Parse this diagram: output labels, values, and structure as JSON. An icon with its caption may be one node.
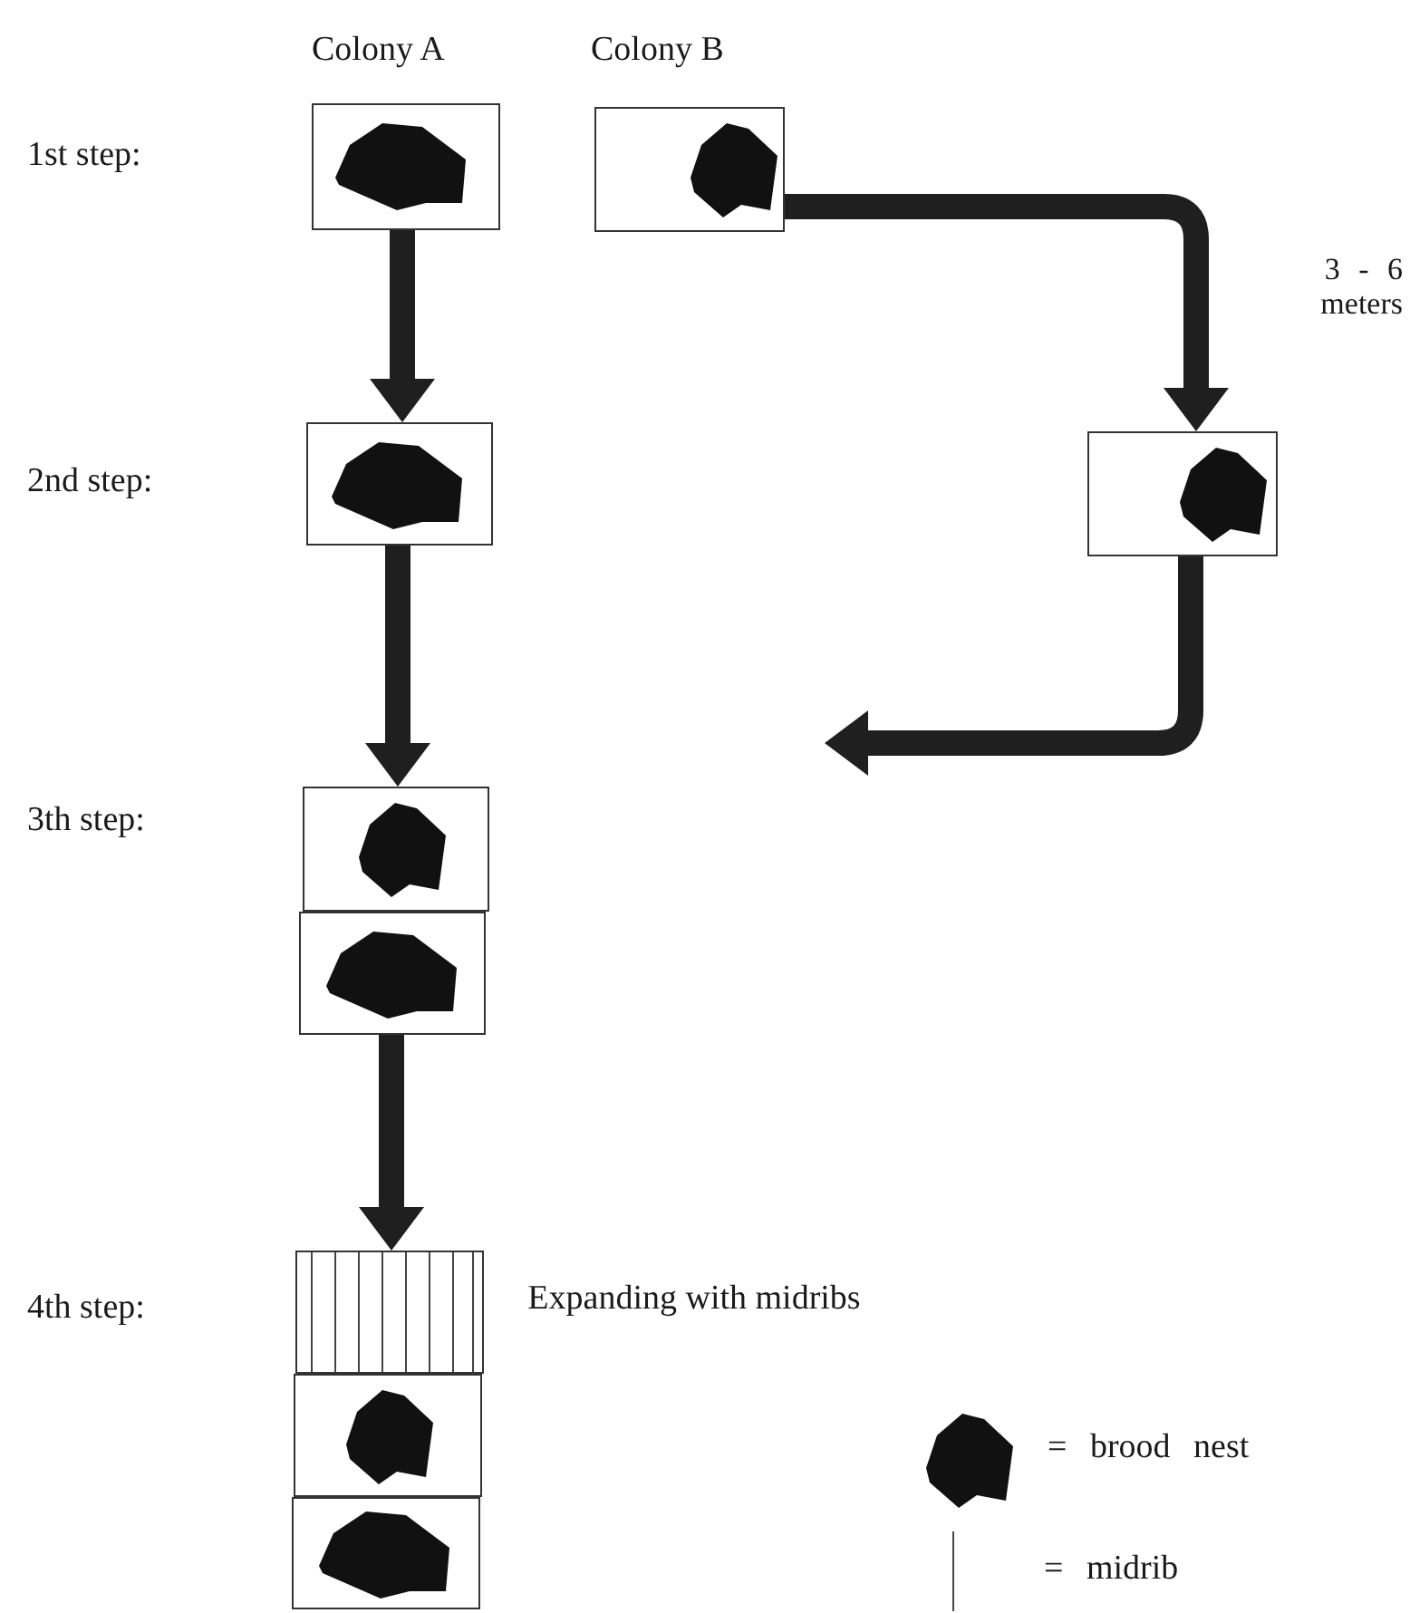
{
  "diagram": {
    "nodes": [
      {
        "text": [],
        "shape": "box"
      },
      {
        "text": [],
        "shape": "box"
      },
      {
        "text": [],
        "shape": "box"
      },
      {
        "text": [],
        "shape": "box"
      },
      {
        "text": [],
        "shape": "box"
      },
      {
        "text": [],
        "shape": "box"
      },
      {
        "text": [],
        "shape": "box",
        "beside": [
          "Expanding with midribs"
        ]
      },
      {
        "text": [],
        "shape": "box"
      },
      {
        "text": [],
        "shape": "box"
      }
    ],
    "edges": [
      {
        "from": 0,
        "to": 2,
        "arrow": "to"
      },
      {
        "from": 1,
        "to": 3,
        "arrow": "to",
        "label": "3 - 6 meters"
      },
      {
        "from": 2,
        "to": 4,
        "arrow": "to"
      },
      {
        "from": 3,
        "to": null,
        "arrow": "to"
      },
      {
        "from": 5,
        "to": 6,
        "arrow": "to"
      }
    ],
    "labels": [
      "Colony A",
      "Colony B",
      "1st step:",
      "2nd step:",
      "3th step:",
      "4th step:"
    ],
    "legend": [
      {
        "text": "= brood nest"
      },
      {
        "text": "= midrib"
      }
    ]
  }
}
